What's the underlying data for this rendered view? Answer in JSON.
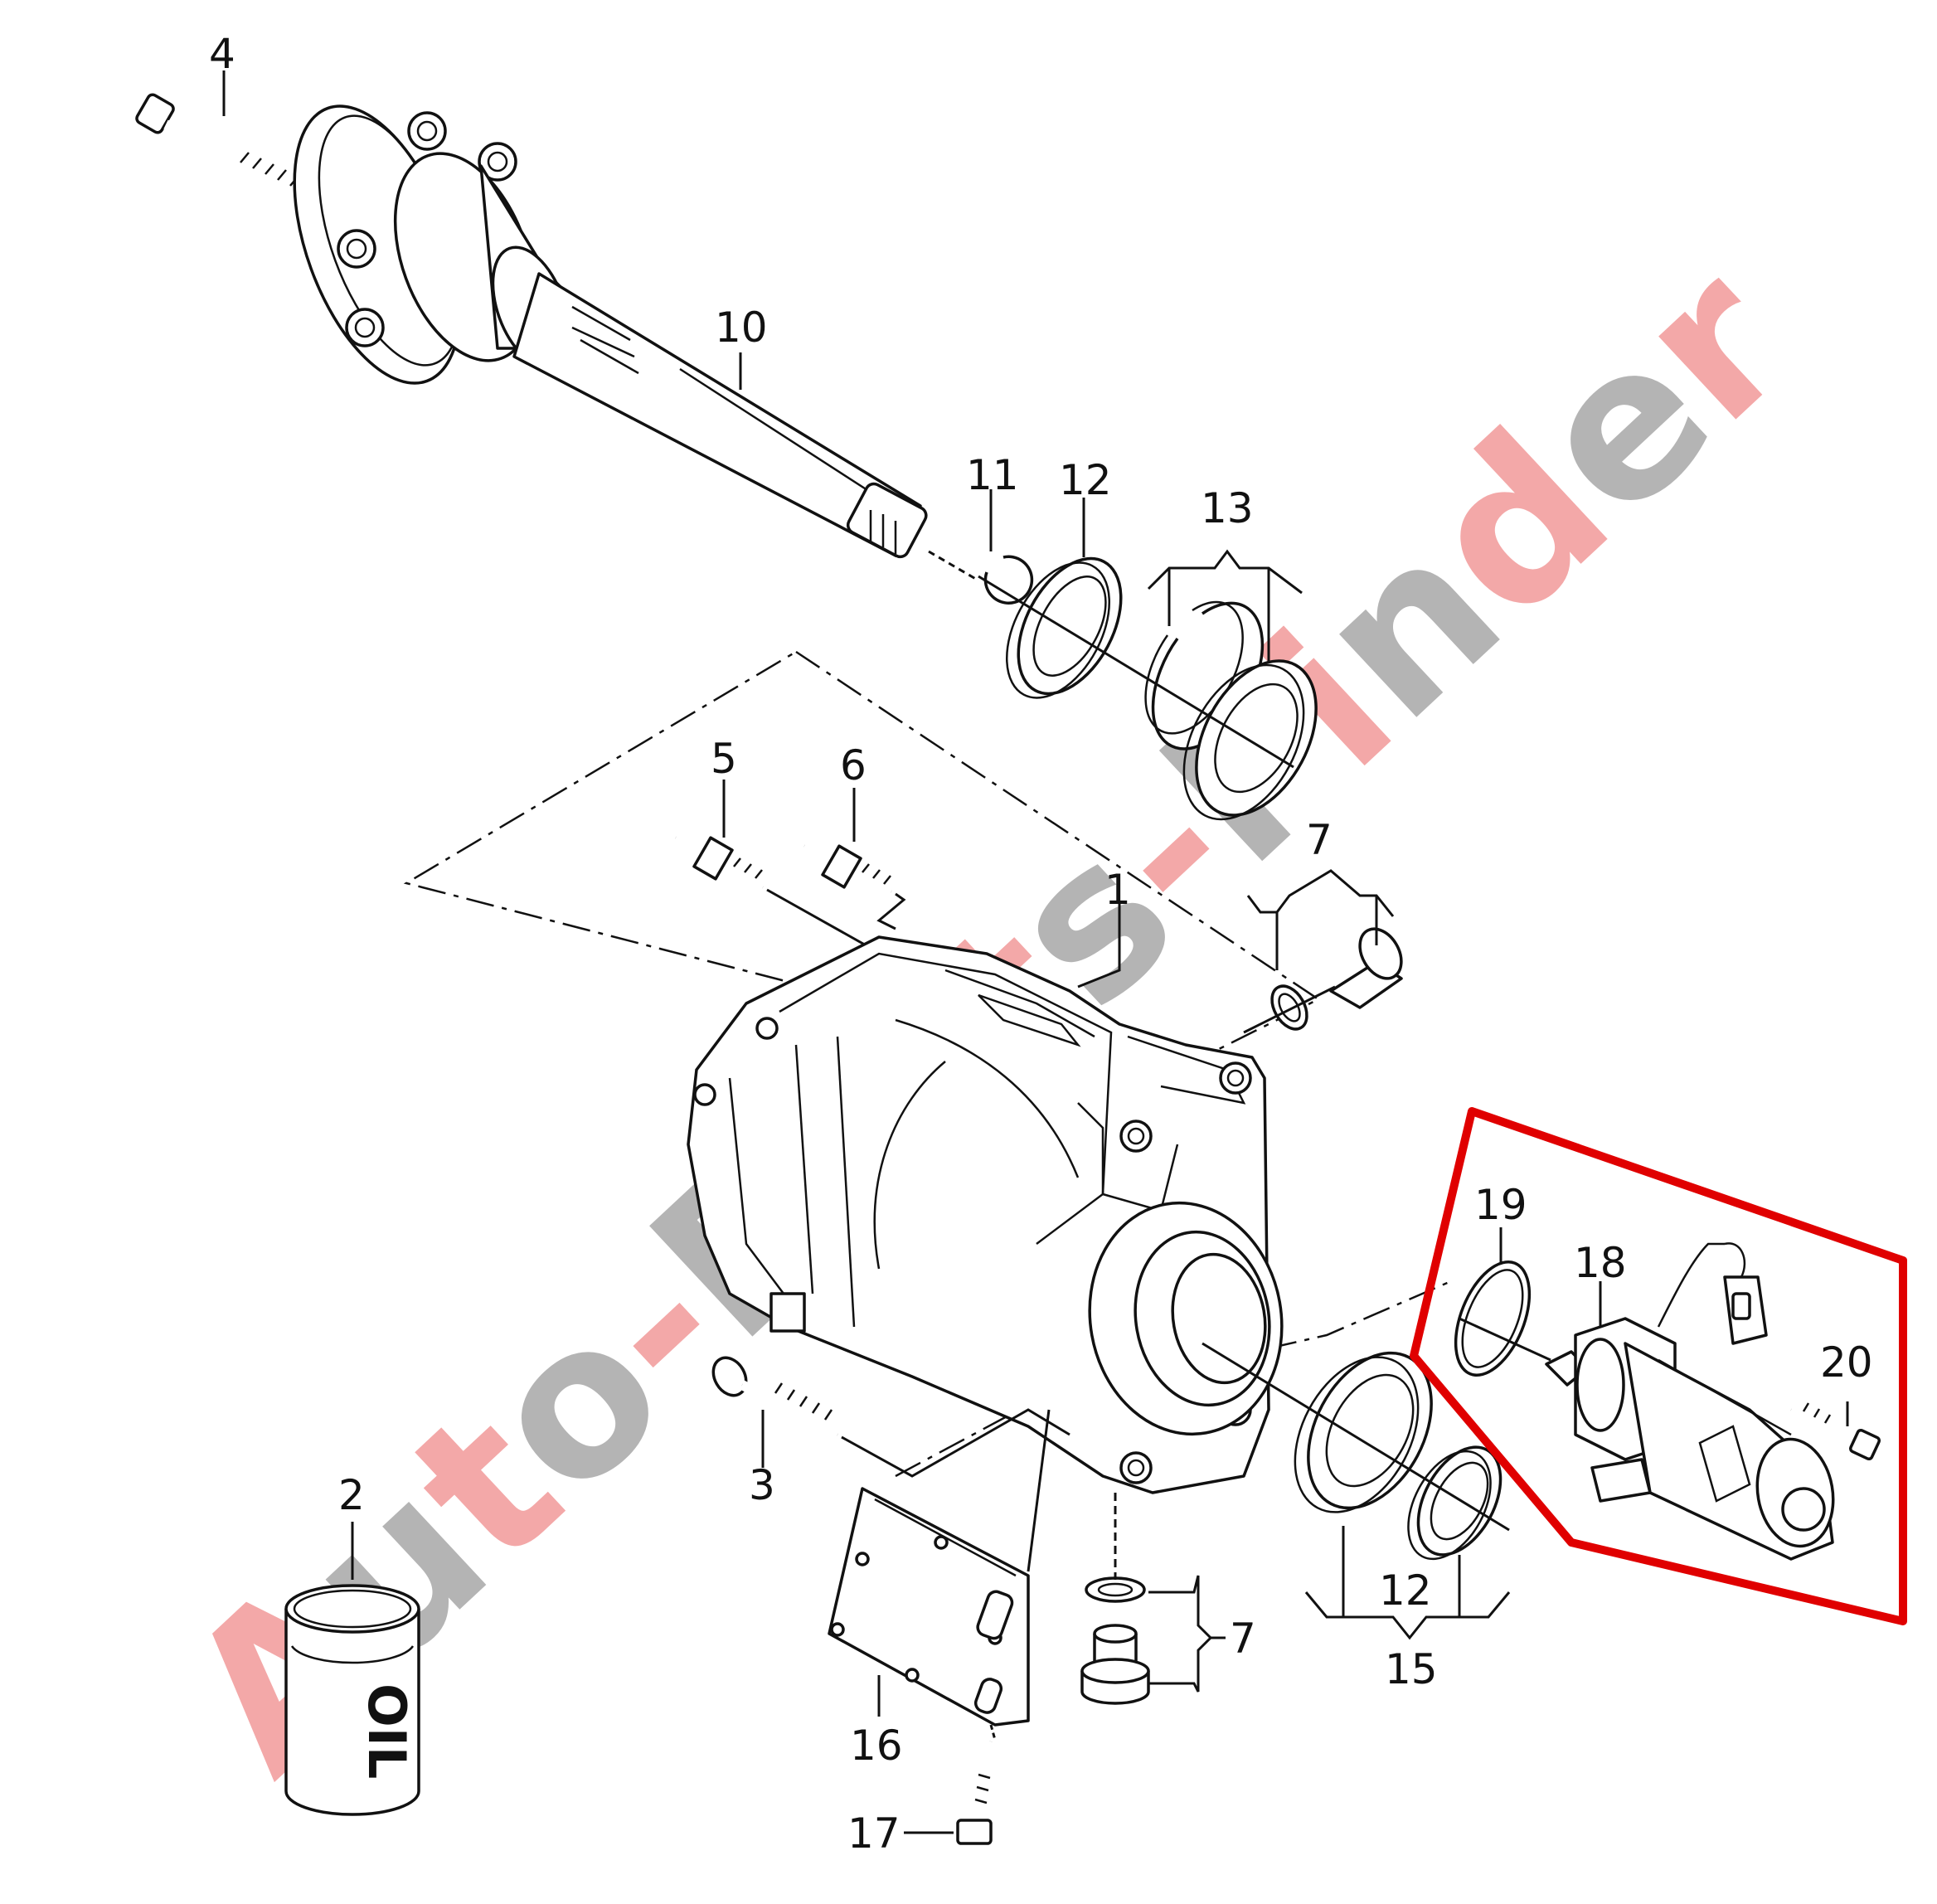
{
  "callouts": {
    "c1": "1",
    "c2": "2",
    "c3": "3",
    "c4": "4",
    "c5": "5",
    "c6": "6",
    "c7a": "7",
    "c7b": "7",
    "c10": "10",
    "c11": "11",
    "c12a": "12",
    "c12b": "12",
    "c13": "13",
    "c15": "15",
    "c16": "16",
    "c17": "17",
    "c18": "18",
    "c19": "19",
    "c20": "20"
  },
  "oil_can_label": "OIL",
  "watermark": {
    "text": "Auto-Parts-Finder",
    "colors": [
      "#f29a9a",
      "#a8a8a8"
    ]
  },
  "highlight_color": "#e00000"
}
